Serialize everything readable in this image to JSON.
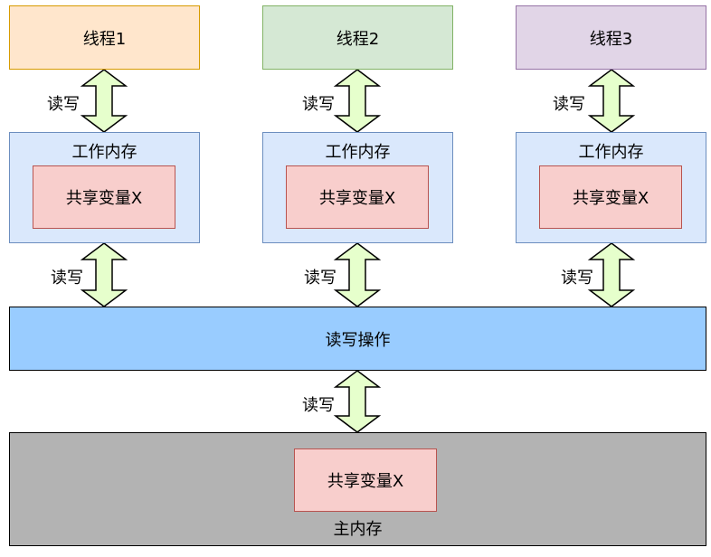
{
  "threads": [
    {
      "label": "线程1",
      "fill": "#ffe6cc",
      "stroke": "#d79b00"
    },
    {
      "label": "线程2",
      "fill": "#d5e8d4",
      "stroke": "#82b366"
    },
    {
      "label": "线程3",
      "fill": "#e1d5e7",
      "stroke": "#9673a6"
    }
  ],
  "working_memory": [
    {
      "title": "工作内存",
      "var": "共享变量X"
    },
    {
      "title": "工作内存",
      "var": "共享变量X"
    },
    {
      "title": "工作内存",
      "var": "共享变量X"
    }
  ],
  "ops": {
    "label": "读写操作",
    "fill": "#99ccff"
  },
  "main_memory": {
    "title": "主内存",
    "var": "共享变量X",
    "fill": "#b3b3b3"
  },
  "arrow_label": "读写",
  "arrow_fill": "#e6ffcc"
}
